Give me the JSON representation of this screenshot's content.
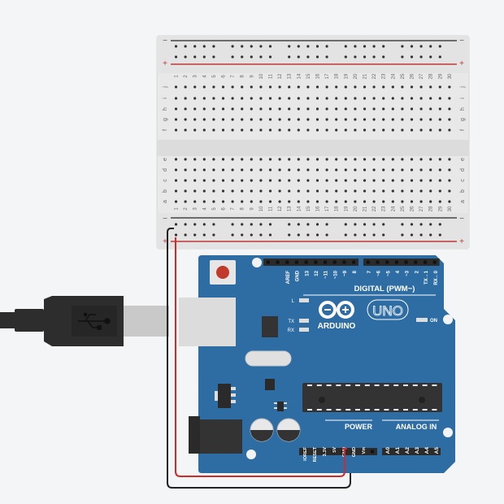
{
  "breadboard": {
    "columns": 30,
    "column_labels": [
      "1",
      "2",
      "3",
      "4",
      "5",
      "6",
      "7",
      "8",
      "9",
      "10",
      "11",
      "12",
      "13",
      "14",
      "15",
      "16",
      "17",
      "18",
      "19",
      "20",
      "21",
      "22",
      "23",
      "24",
      "25",
      "26",
      "27",
      "28",
      "29",
      "30"
    ],
    "top_rows": [
      "j",
      "i",
      "h",
      "g",
      "f"
    ],
    "bottom_rows": [
      "e",
      "d",
      "c",
      "b",
      "a"
    ],
    "rail_minus": "−",
    "rail_plus": "+",
    "colors": {
      "body": "#e6e6e6",
      "hole": "#333333",
      "rail_red": "#c0393b",
      "rail_black": "#444444",
      "label": "#666666"
    }
  },
  "arduino": {
    "logo_text": "ARDUINO",
    "model_badge": "UNO",
    "digital_header_label": "DIGITAL (PWM~)",
    "digital_pins_left": [
      "AREF",
      "GND",
      "13",
      "12",
      "~11",
      "~10",
      "~9",
      "8"
    ],
    "digital_pins_right": [
      "7",
      "~6",
      "~5",
      "4",
      "~3",
      "2",
      "TX→1",
      "RX←0"
    ],
    "led_labels": {
      "l": "L",
      "tx": "TX",
      "rx": "RX",
      "on": "ON"
    },
    "power_header_label": "POWER",
    "power_pins": [
      "IOREF",
      "RESET",
      "3.3V",
      "5V",
      "GND",
      "GND",
      "Vin"
    ],
    "analog_header_label": "ANALOG IN",
    "analog_pins": [
      "A0",
      "A1",
      "A2",
      "A3",
      "A4",
      "A5"
    ],
    "colors": {
      "board": "#2e6da4",
      "board_dark": "#245a8a",
      "header": "#2b2b2b",
      "silk": "#ffffff",
      "reset_button": "#c0392b"
    }
  },
  "usb_cable": {
    "icon": "usb-icon",
    "color": "#2d2d2d",
    "plug_color": "#cfcfcf"
  },
  "wires": [
    {
      "name": "5V wire",
      "color": "#d12a2a",
      "from": "arduino 5V",
      "to": "breadboard + rail"
    },
    {
      "name": "GND wire",
      "color": "#222222",
      "from": "arduino GND",
      "to": "breadboard - rail"
    }
  ]
}
